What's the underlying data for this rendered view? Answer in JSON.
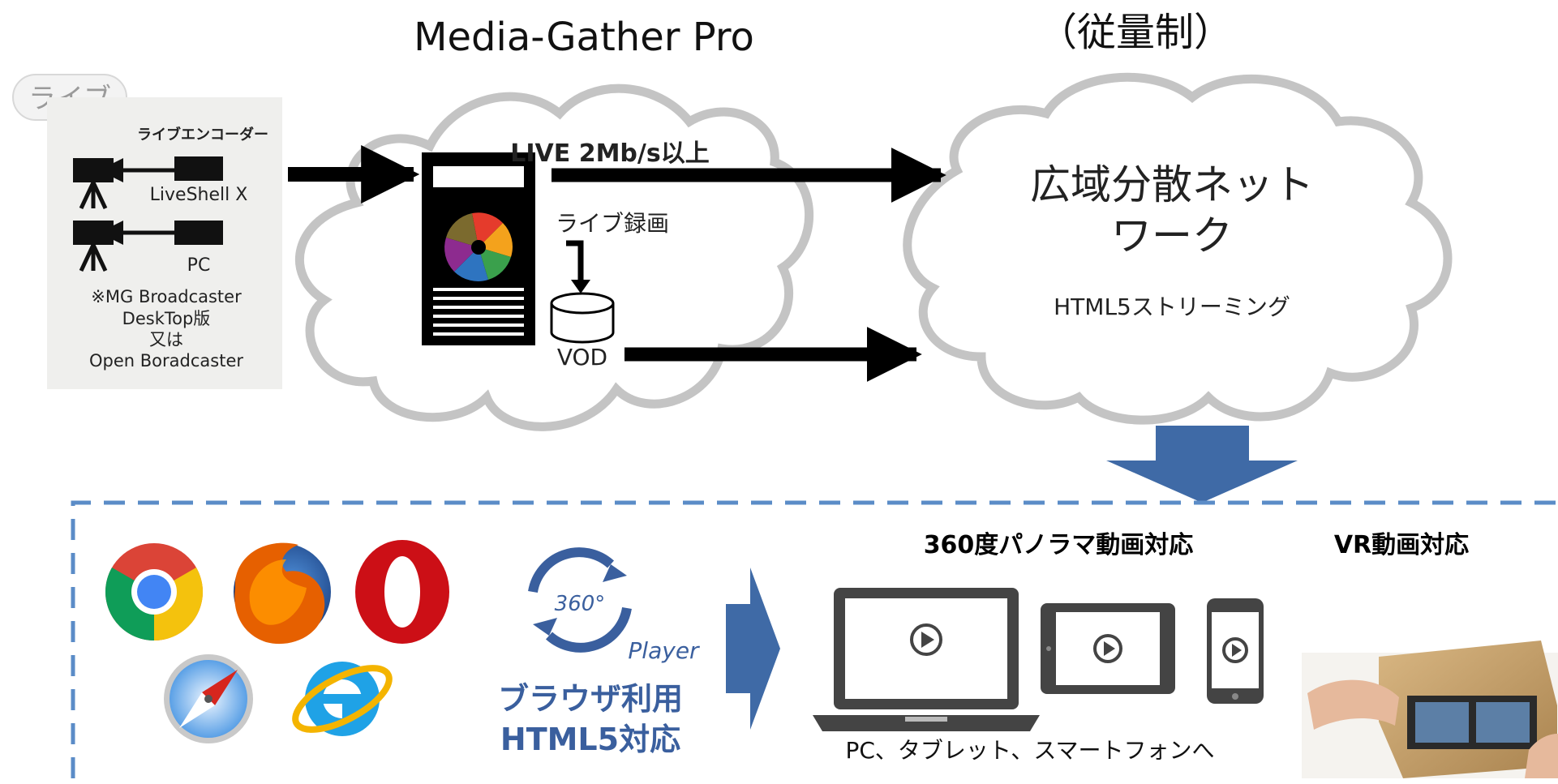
{
  "title": "Media-Gather Pro",
  "pricing": "（従量制）",
  "live_tab": "ライブ",
  "encoder": {
    "heading": "ライブエンコーダー",
    "device1": "LiveShell X",
    "device2": "PC",
    "note_lines": [
      "※MG Broadcaster",
      "DeskTop版",
      "又は",
      "Open Boradcaster"
    ]
  },
  "server": {
    "live_label": "LIVE 2Mb/s以上",
    "record_label": "ライブ録画",
    "vod_label": "VOD"
  },
  "network": {
    "title_line1": "広域分散ネット",
    "title_line2": "ワーク",
    "subtitle": "HTML5ストリーミング"
  },
  "player": {
    "badge": "360°",
    "player_label": "Player",
    "line1": "ブラウザ利用",
    "line2": "HTML5対応"
  },
  "devices": {
    "panorama_label": "360度パノラマ動画対応",
    "vr_label": "VR動画対応",
    "caption": "PC、タブレット、スマートフォンへ"
  },
  "browsers": [
    "chrome-icon",
    "firefox-icon",
    "opera-icon",
    "safari-icon",
    "ie-icon"
  ],
  "colors": {
    "accent_blue": "#3f6aa6",
    "cloud_stroke": "#c4c4c4",
    "dashed_border": "#5b8cc7",
    "player_text": "#3a5f9e"
  }
}
